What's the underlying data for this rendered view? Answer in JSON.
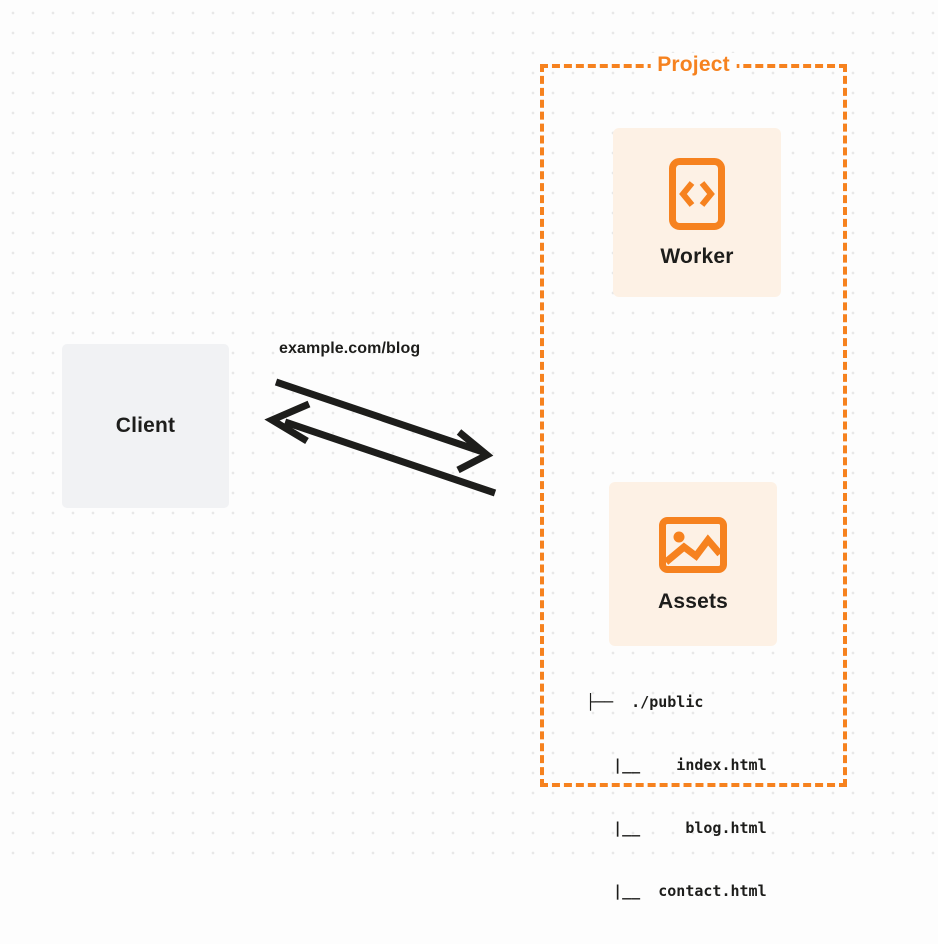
{
  "diagram": {
    "title": "Client to Project request flow",
    "background": {
      "color": "#fdfdfd",
      "dot_color": "#e8e8e8"
    },
    "colors": {
      "accent": "#f6821f",
      "card_background": "#fdf1e5",
      "client_background": "#f1f2f4",
      "text": "#1d1d1b"
    }
  },
  "client": {
    "label": "Client"
  },
  "connection": {
    "label": "example.com/blog",
    "request_direction": "right",
    "response_direction": "left"
  },
  "project": {
    "label": "Project",
    "nodes": [
      {
        "label": "Worker",
        "icon": "code-brackets-icon"
      },
      {
        "label": "Assets",
        "icon": "image-icon"
      }
    ]
  },
  "asset_tree": {
    "rows": [
      "├──  ./public",
      "   |__    index.html",
      "   |__     blog.html",
      "   |__  contact.html"
    ],
    "root": "./public",
    "files": [
      "index.html",
      "blog.html",
      "contact.html"
    ]
  }
}
